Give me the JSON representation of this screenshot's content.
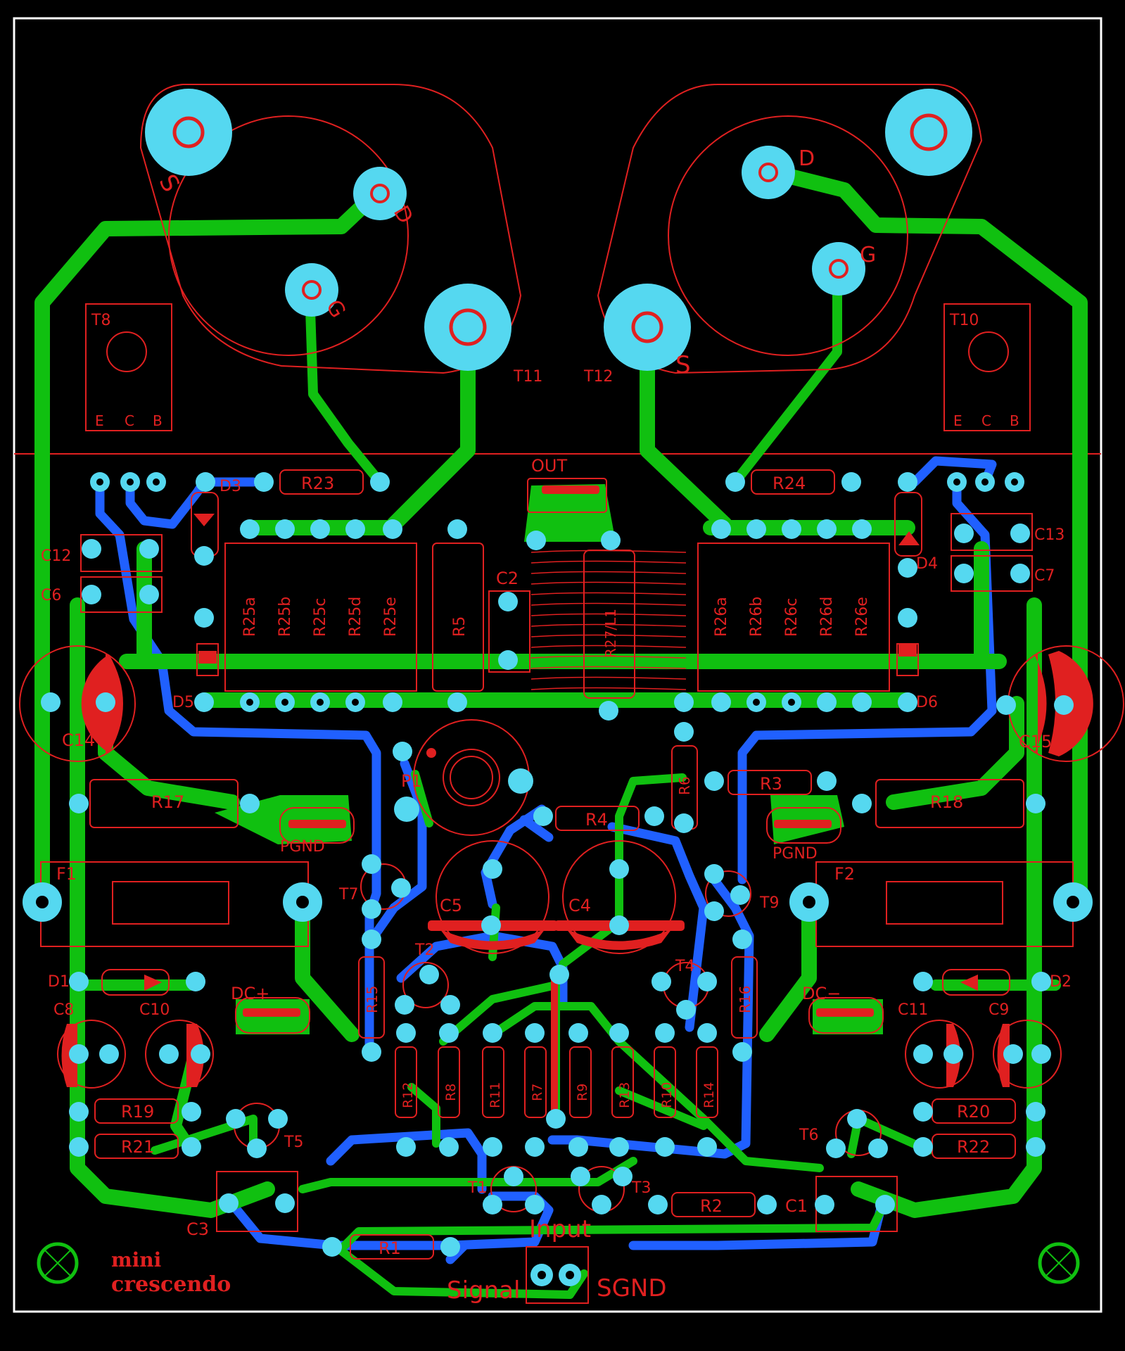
{
  "board": {
    "background": "#000000",
    "colors": {
      "top_copper": "#10c010",
      "bottom_copper": "#2060ff",
      "pad": "#55d8f0",
      "silkscreen": "#e02020",
      "outline": "#ffffff"
    },
    "title": {
      "line1": "mini",
      "line2": "crescendo"
    },
    "labels": {
      "T11": "T11",
      "T12": "T12",
      "T8": "T8",
      "T10": "T10",
      "S_left": "S",
      "D_left": "D",
      "G_left": "G",
      "S_right": "S",
      "D_right": "D",
      "G_right": "G",
      "E": "E",
      "C": "C",
      "B": "B",
      "OUT": "OUT",
      "R23": "R23",
      "R24": "R24",
      "D3": "D3",
      "D4": "D4",
      "D5": "D5",
      "D6": "D6",
      "D1": "D1",
      "D2": "D2",
      "C12": "C12",
      "C6": "C6",
      "C13": "C13",
      "C7": "C7",
      "R25a": "R25a",
      "R25b": "R25b",
      "R25c": "R25c",
      "R25d": "R25d",
      "R25e": "R25e",
      "R26a": "R26a",
      "R26b": "R26b",
      "R26c": "R26c",
      "R26d": "R26d",
      "R26e": "R26e",
      "R5": "R5",
      "C2": "C2",
      "R27L1": "R27/L1",
      "C14": "C14",
      "C15": "C15",
      "P1": "P1",
      "R6": "R6",
      "R3": "R3",
      "R4": "R4",
      "R17": "R17",
      "R18": "R18",
      "PGND_left": "PGND",
      "PGND_right": "PGND",
      "F1": "F1",
      "F2": "F2",
      "T7": "T7",
      "T9": "T9",
      "C5": "C5",
      "C4": "C4",
      "T2": "T2",
      "T4": "T4",
      "R15": "R15",
      "R16": "R16",
      "DCplus": "DC+",
      "DCminus": "DC−",
      "C8": "C8",
      "C10": "C10",
      "C11": "C11",
      "C9": "C9",
      "R12": "R12",
      "R8": "R8",
      "R11": "R11",
      "R7": "R7",
      "R9": "R9",
      "R13": "R13",
      "R10": "R10",
      "R14": "R14",
      "R19": "R19",
      "R21": "R21",
      "R20": "R20",
      "R22": "R22",
      "T5": "T5",
      "T6": "T6",
      "T1": "T1",
      "T3": "T3",
      "R2": "R2",
      "C1": "C1",
      "C3": "C3",
      "R1": "R1",
      "Input": "Input",
      "Signal": "Signal",
      "SGND": "SGND"
    }
  }
}
